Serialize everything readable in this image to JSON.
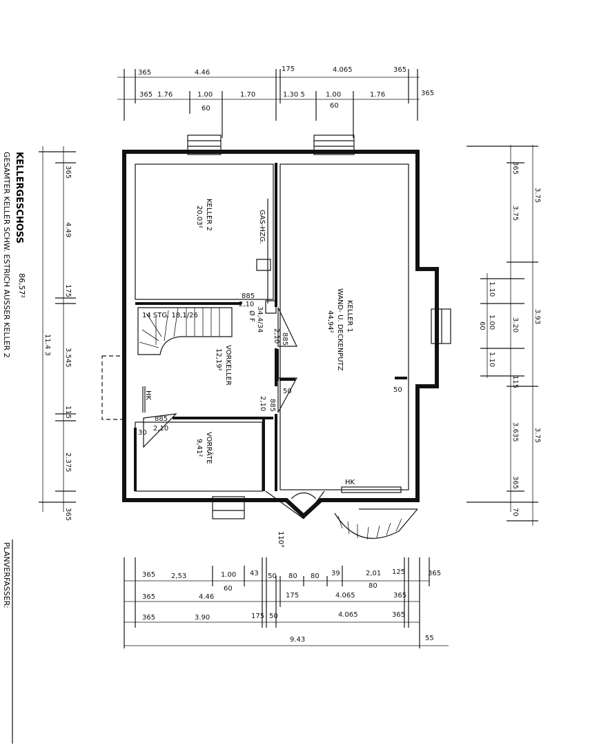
{
  "title": {
    "main": "KELLERGESCHOSS",
    "area": "86,57²",
    "subtitle": "GESAMTER KELLER SCHW. ESTRICH AUSSER KELLER 2",
    "planner": "PLANVERFASSER:"
  },
  "rooms": {
    "keller2": {
      "name": "KELLER 2",
      "area": "20,03²"
    },
    "keller1": {
      "name": "KELLER 1",
      "note": "WAND- U. DECKENPUTZ",
      "area": "44,94²"
    },
    "vorkeller": {
      "name": "VORKELLER",
      "area": "12,19²"
    },
    "vorraete": {
      "name": "VORRÄTE",
      "area": "9,41²"
    },
    "gas": "GAS-HZG.",
    "stairs": "14 STG. 18,1/26",
    "hk_left": "HK",
    "hk_right": "HK",
    "door_angle": "110°"
  },
  "door_labels": {
    "d1_top": "885",
    "d1_bot": "2,10",
    "d2_top": "34,4/34",
    "d2_bot": "Ø F",
    "d3_top": "885",
    "d3_bot": "2,10",
    "d4_top": "885",
    "d4_bot": "2,10",
    "d5": "50",
    "d6": "2,10",
    "d7": "885",
    "d8": "30",
    "d9": "50"
  },
  "top_dims": {
    "row1": [
      "365",
      "4.46",
      "175",
      "4.065",
      "365"
    ],
    "row2": [
      "365",
      "1.76",
      "1.00",
      "1.70",
      "1.30 5",
      "1.00",
      "1.76",
      "365"
    ],
    "row2_sub": [
      "60",
      "60"
    ]
  },
  "bottom_dims": {
    "row1": [
      "365",
      "2,53",
      "1.00",
      "43",
      "50",
      "80",
      "80",
      "39",
      "2,01",
      "125",
      "365"
    ],
    "row1_sub": [
      "60",
      "80"
    ],
    "row2": [
      "365",
      "4.46",
      "175",
      "4.065",
      "365"
    ],
    "row3": [
      "365",
      "3.90",
      "175",
      "50",
      "4.065",
      "365"
    ],
    "row4": [
      "9.43",
      "55"
    ]
  },
  "left_dims": {
    "inner": [
      "365",
      "4.49",
      "175",
      "3.545",
      "115",
      "2.375",
      "365"
    ],
    "total": "11.4 3"
  },
  "right_dims": {
    "outer": [
      "3.75",
      "3.93",
      "3.75"
    ],
    "mid": [
      "365",
      "3.75",
      "3.20",
      "115",
      "3.635",
      "365",
      "70"
    ],
    "inner": [
      "1.10",
      "1.00",
      "1.10"
    ],
    "inner_sub": "60"
  }
}
